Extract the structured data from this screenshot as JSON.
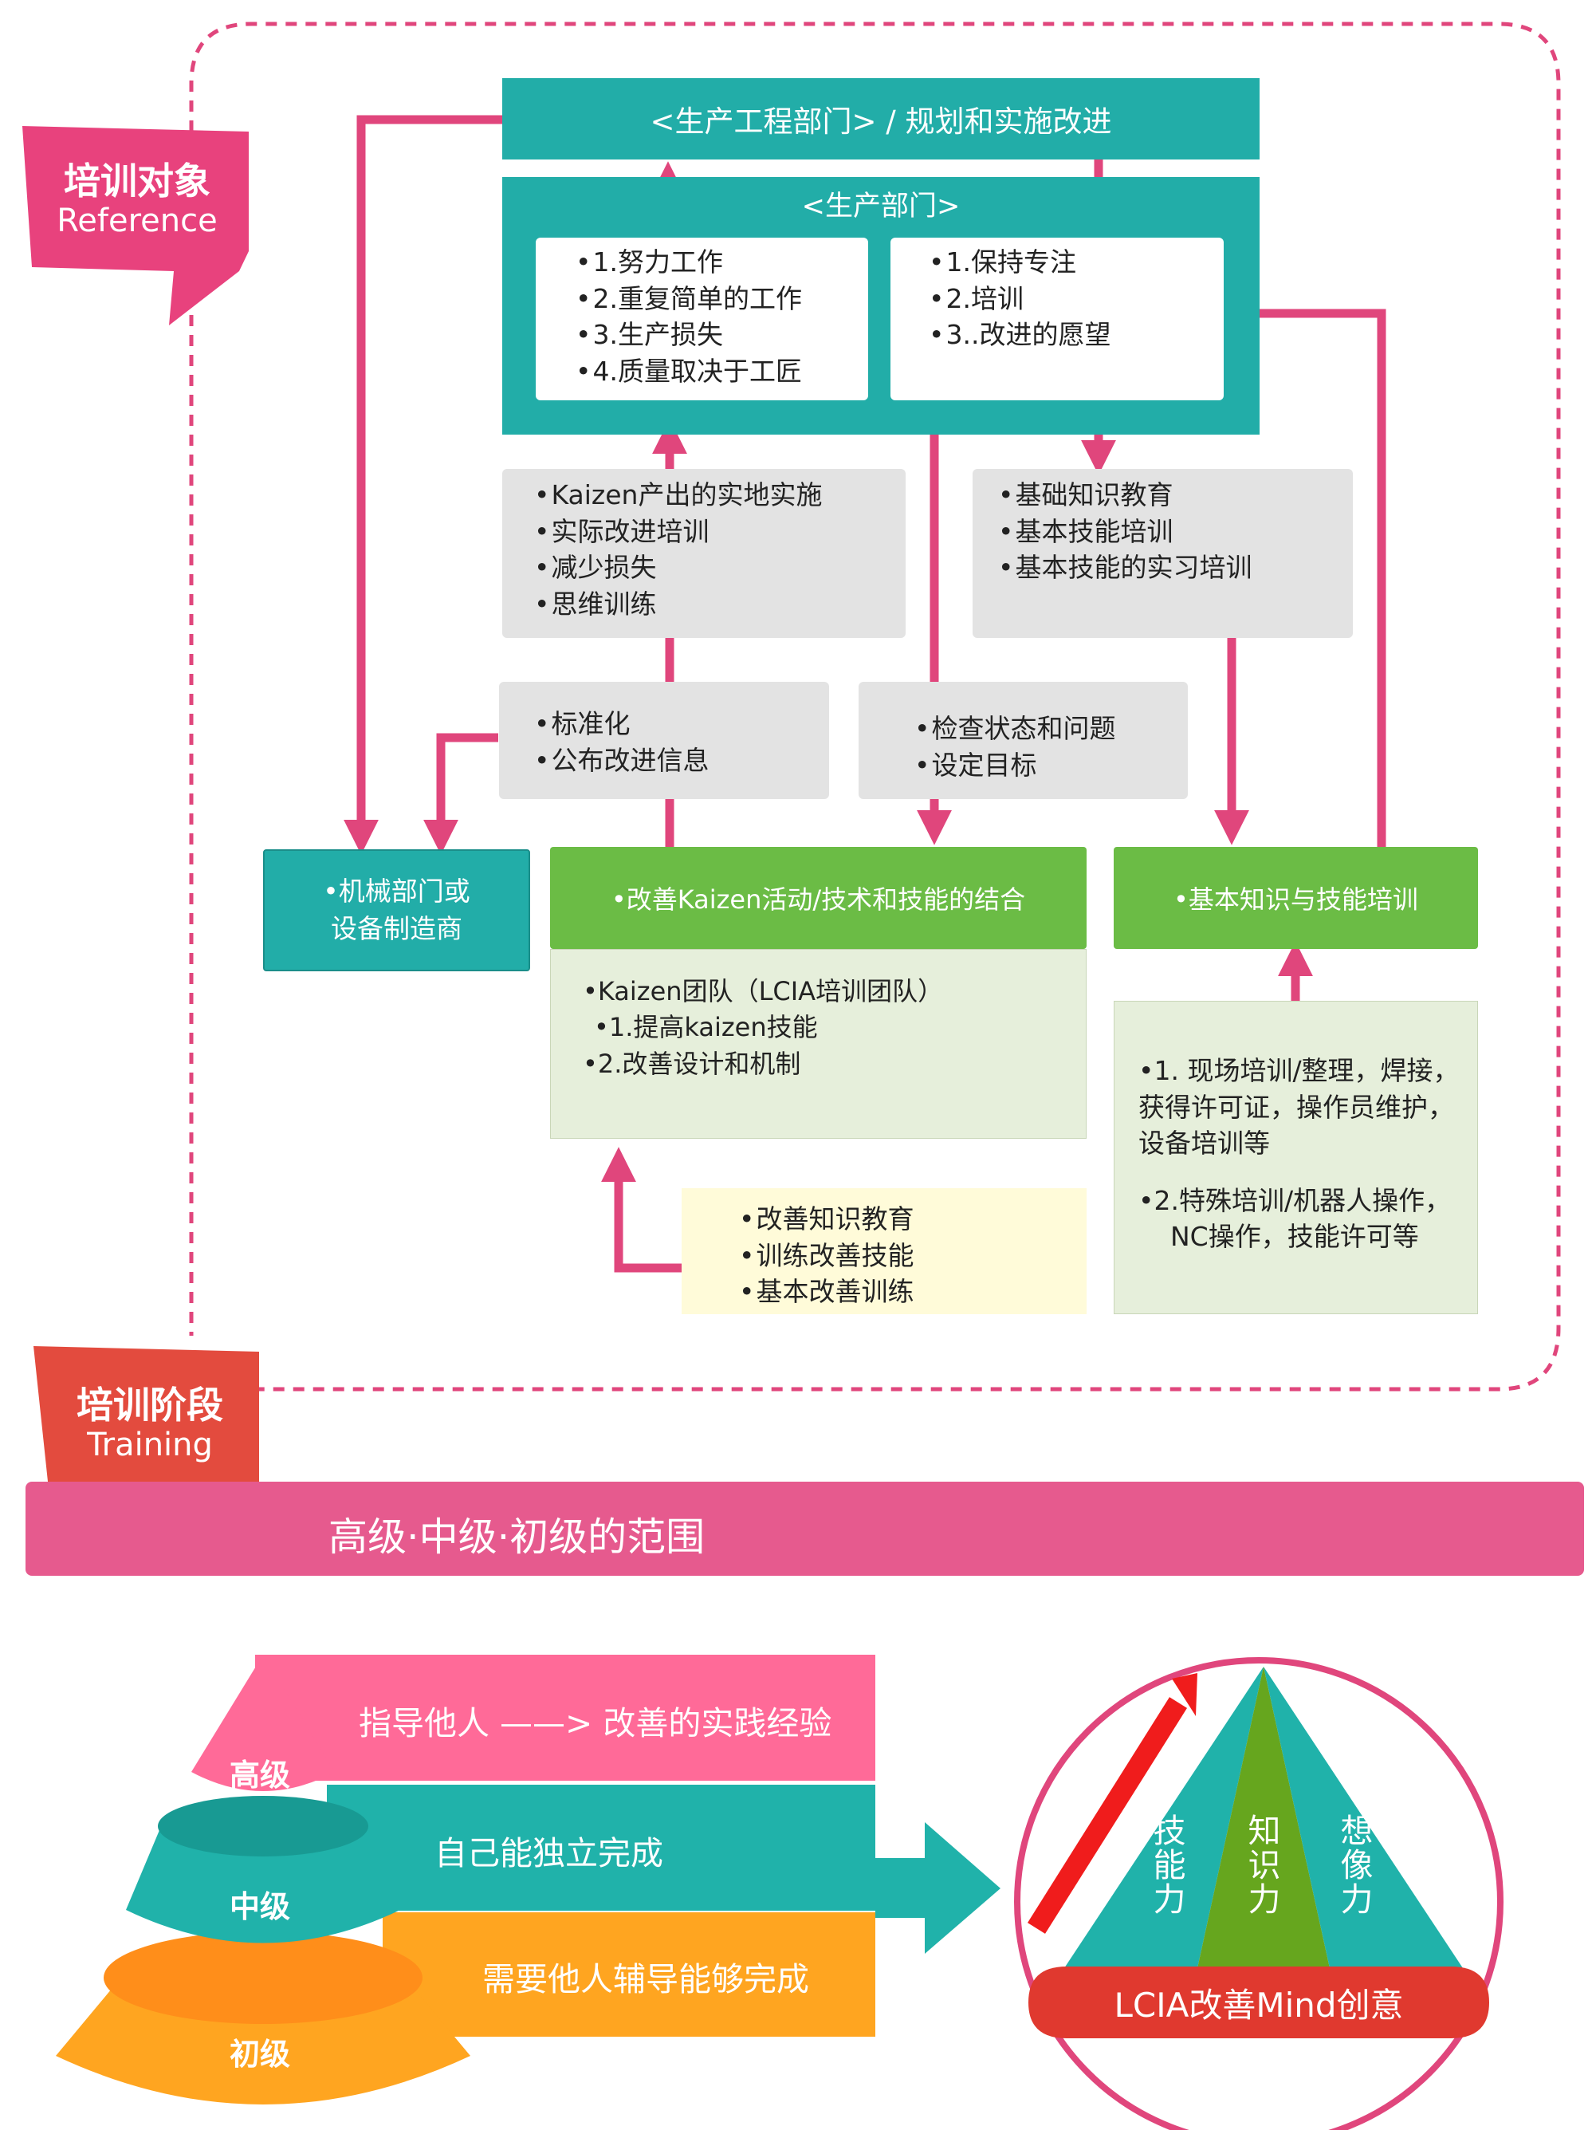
{
  "badges": {
    "reference": {
      "title": "培训对象",
      "subtitle": "Reference"
    },
    "training": {
      "title": "培训阶段",
      "subtitle": "Training"
    }
  },
  "top_bar": "<生产工程部门> / 规划和实施改进",
  "production_department": {
    "title": "<生产部门>",
    "left_list": [
      "1.努力工作",
      "2.重复简单的工作",
      "3.生产损失",
      "4.质量取决于工匠"
    ],
    "right_list": [
      "1.保持专注",
      "2.培训",
      "3..改进的愿望"
    ]
  },
  "grey_boxes": {
    "kaizen_practice": [
      "Kaizen产出的实地实施",
      "实际改进培训",
      "减少损失",
      "思维训练"
    ],
    "basic_education": [
      "基础知识教育",
      "基本技能培训",
      "基本技能的实习培训"
    ],
    "standardization": [
      "标准化",
      "公布改进信息"
    ],
    "inspection": [
      "检查状态和问题",
      "设定目标"
    ]
  },
  "machinery_box": [
    "•机械部门或",
    "设备制造商"
  ],
  "kaizen_activity": {
    "header": "•改善Kaizen活动/技术和技能的结合",
    "body": [
      "•Kaizen团队（LCIA培训团队）",
      "•1.提高kaizen技能",
      "•2.改善设计和机制"
    ]
  },
  "basic_training": {
    "header": "•基本知识与技能培训",
    "body": [
      "•1. 现场培训/整理，焊接，",
      "获得许可证，操作员维护，",
      "设备培训等",
      "•2.特殊培训/机器人操作，",
      "NC操作，技能许可等"
    ]
  },
  "kaizen_knowledge": [
    "改善知识教育",
    "训练改善技能",
    "基本改善训练"
  ],
  "range_bar": "高级·中级·初级的范围",
  "pyramid": {
    "tiers": [
      {
        "label": "高级",
        "text": "指导他人 ——> 改善的实践经验",
        "color": "#FF6A98"
      },
      {
        "label": "中级",
        "text": "自己能独立完成",
        "color": "#20B2AA"
      },
      {
        "label": "初级",
        "text": "需要他人辅导能够完成",
        "color": "#FFA520"
      }
    ]
  },
  "triangle": {
    "left": "技能力",
    "center": "知识力",
    "right": "想像力",
    "banner": "LCIA改善Mind创意"
  },
  "colors": {
    "pink": "#E0467C",
    "teal": "#22ADA8",
    "green": "#6BBC45",
    "badge_pink": "#E8427D",
    "badge_red": "#E34B3E",
    "range_bar": "#E65A8E"
  }
}
